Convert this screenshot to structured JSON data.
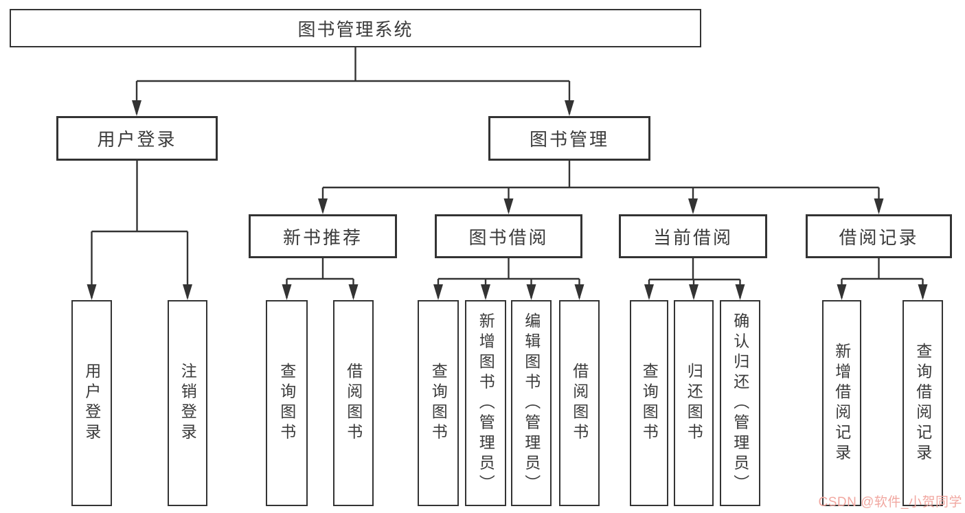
{
  "colors": {
    "line": "#333333",
    "text": "#3a3a3a",
    "watermark": "#f1a7a0",
    "bg": "#ffffff"
  },
  "diagram": {
    "type": "tree",
    "root": {
      "label": "图书管理系统",
      "children": [
        {
          "label": "用户登录",
          "children": [
            {
              "label": "用户登录"
            },
            {
              "label": "注销登录"
            }
          ]
        },
        {
          "label": "图书管理",
          "children": [
            {
              "label": "新书推荐",
              "children": [
                {
                  "label": "查询图书"
                },
                {
                  "label": "借阅图书"
                }
              ]
            },
            {
              "label": "图书借阅",
              "children": [
                {
                  "label": "查询图书"
                },
                {
                  "label": "新增图书（管理员）"
                },
                {
                  "label": "编辑图书（管理员）"
                },
                {
                  "label": "借阅图书"
                }
              ]
            },
            {
              "label": "当前借阅",
              "children": [
                {
                  "label": "查询图书"
                },
                {
                  "label": "归还图书"
                },
                {
                  "label": "确认归还（管理员）"
                }
              ]
            },
            {
              "label": "借阅记录",
              "children": [
                {
                  "label": "新增借阅记录"
                },
                {
                  "label": "查询借阅记录"
                }
              ]
            }
          ]
        }
      ]
    }
  },
  "watermark": {
    "label": "CSDN @软件_小贺同学"
  }
}
